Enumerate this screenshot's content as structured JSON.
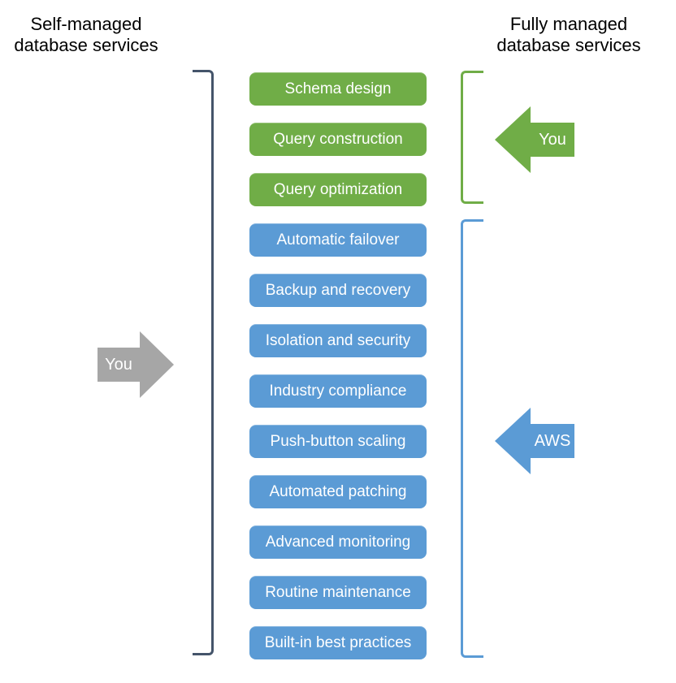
{
  "diagram": {
    "left_heading": "Self-managed database services",
    "right_heading": "Fully managed database services",
    "left_arrow_label": "You",
    "green_arrow_label": "You",
    "blue_arrow_label": "AWS",
    "boxes": [
      {
        "label": "Schema design",
        "group": "green"
      },
      {
        "label": "Query construction",
        "group": "green"
      },
      {
        "label": "Query optimization",
        "group": "green"
      },
      {
        "label": "Automatic failover",
        "group": "blue"
      },
      {
        "label": "Backup and recovery",
        "group": "blue"
      },
      {
        "label": "Isolation and security",
        "group": "blue"
      },
      {
        "label": "Industry compliance",
        "group": "blue"
      },
      {
        "label": "Push-button scaling",
        "group": "blue"
      },
      {
        "label": "Automated patching",
        "group": "blue"
      },
      {
        "label": "Advanced monitoring",
        "group": "blue"
      },
      {
        "label": "Routine maintenance",
        "group": "blue"
      },
      {
        "label": "Built-in best practices",
        "group": "blue"
      }
    ],
    "colors": {
      "green": "#70ad47",
      "blue": "#5b9bd5",
      "gray": "#a6a6a6",
      "bracket_dark": "#44546a",
      "box_text": "#ffffff",
      "heading_text": "#000000"
    }
  }
}
